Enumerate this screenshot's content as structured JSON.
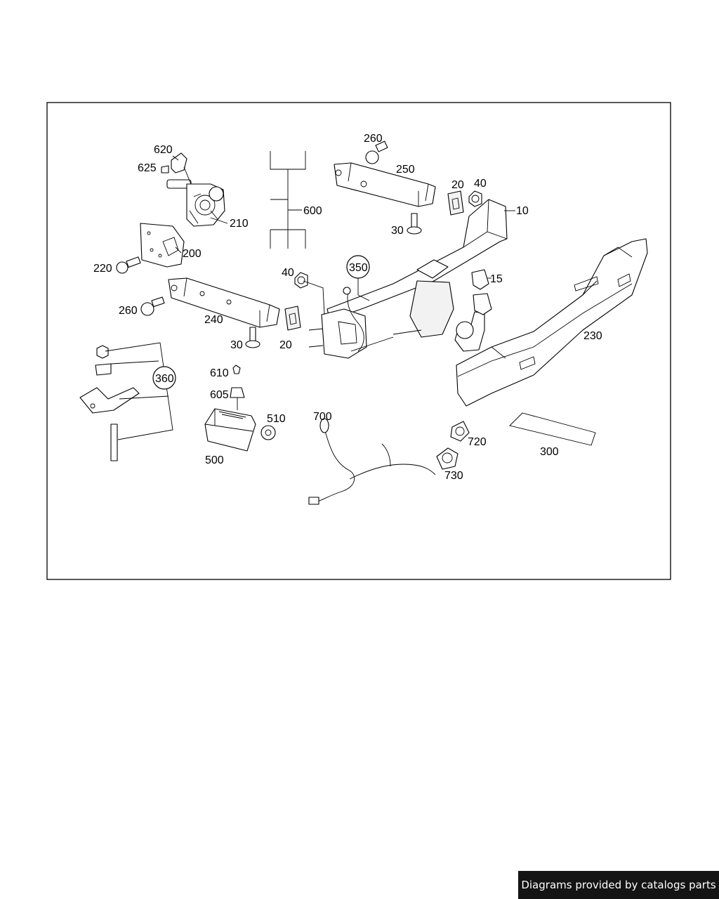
{
  "callouts": {
    "c620": "620",
    "c625": "625",
    "c210": "210",
    "c600": "600",
    "c260a": "260",
    "c250": "250",
    "c20a": "20",
    "c40a": "40",
    "c10": "10",
    "c30a": "30",
    "c200": "200",
    "c220": "220",
    "c350": "350",
    "c40b": "40",
    "c15": "15",
    "c260b": "260",
    "c240": "240",
    "c230": "230",
    "c30b": "30",
    "c20b": "20",
    "c360": "360",
    "c610": "610",
    "c605": "605",
    "c510": "510",
    "c500": "500",
    "c700": "700",
    "c720": "720",
    "c300": "300",
    "c730": "730"
  },
  "footer": {
    "text": "Diagrams provided by catalogs parts"
  }
}
